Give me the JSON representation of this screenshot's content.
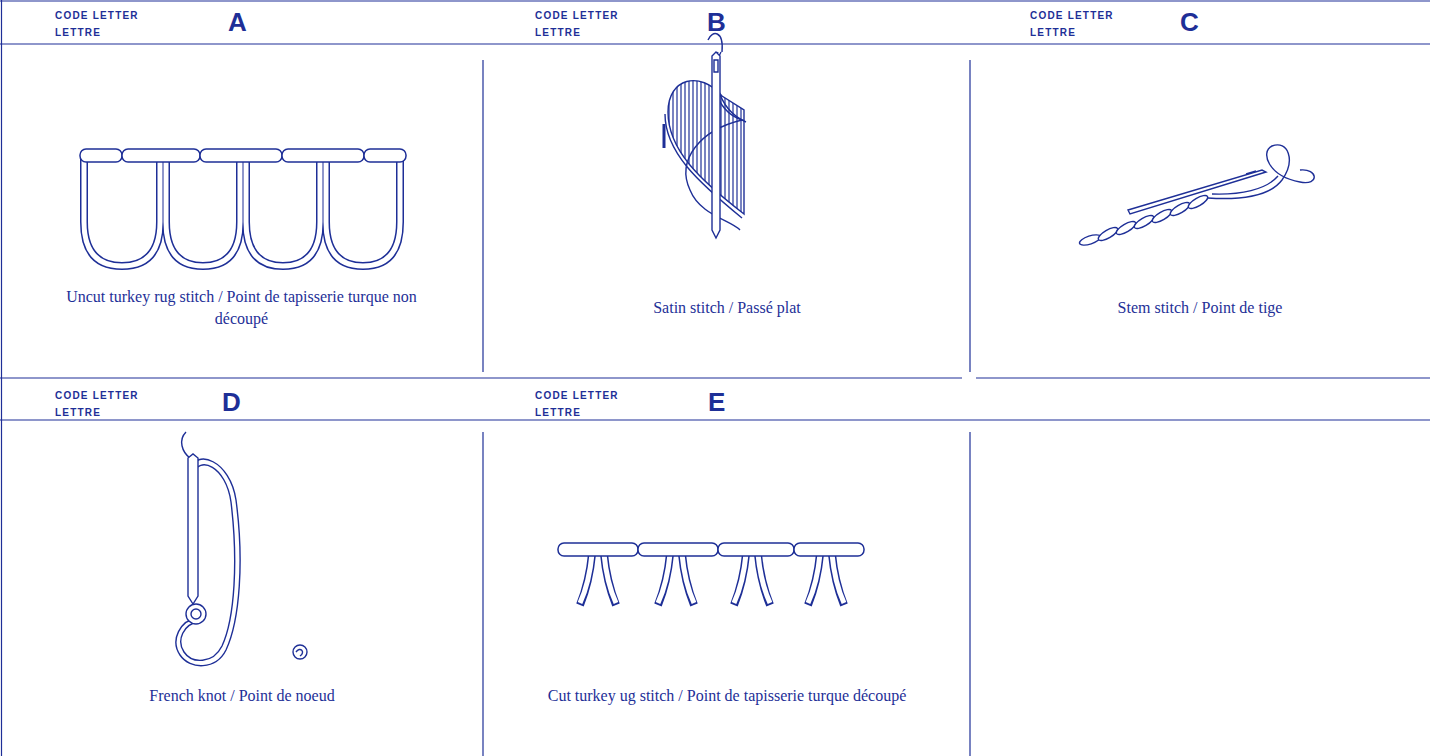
{
  "diagram": {
    "nodes": [
      {
        "text": [
          "CODE LETTER",
          "LETTRE",
          "A",
          "Uncut turkey rug stitch / Point de tapisserie turque non découpé"
        ]
      },
      {
        "text": [
          "CODE LETTER",
          "LETTRE",
          "B",
          "Satin stitch / Passé plat"
        ]
      },
      {
        "text": [
          "CODE LETTER",
          "LETTRE",
          "C",
          "Stem stitch / Point de tige"
        ]
      },
      {
        "text": [
          "CODE LETTER",
          "LETTRE",
          "D",
          "French knot / Point de noeud"
        ]
      },
      {
        "text": [
          "CODE LETTER",
          "LETTRE",
          "E",
          "Cut turkey ug stitch / Point de tapisserie turque découpé"
        ]
      }
    ]
  }
}
